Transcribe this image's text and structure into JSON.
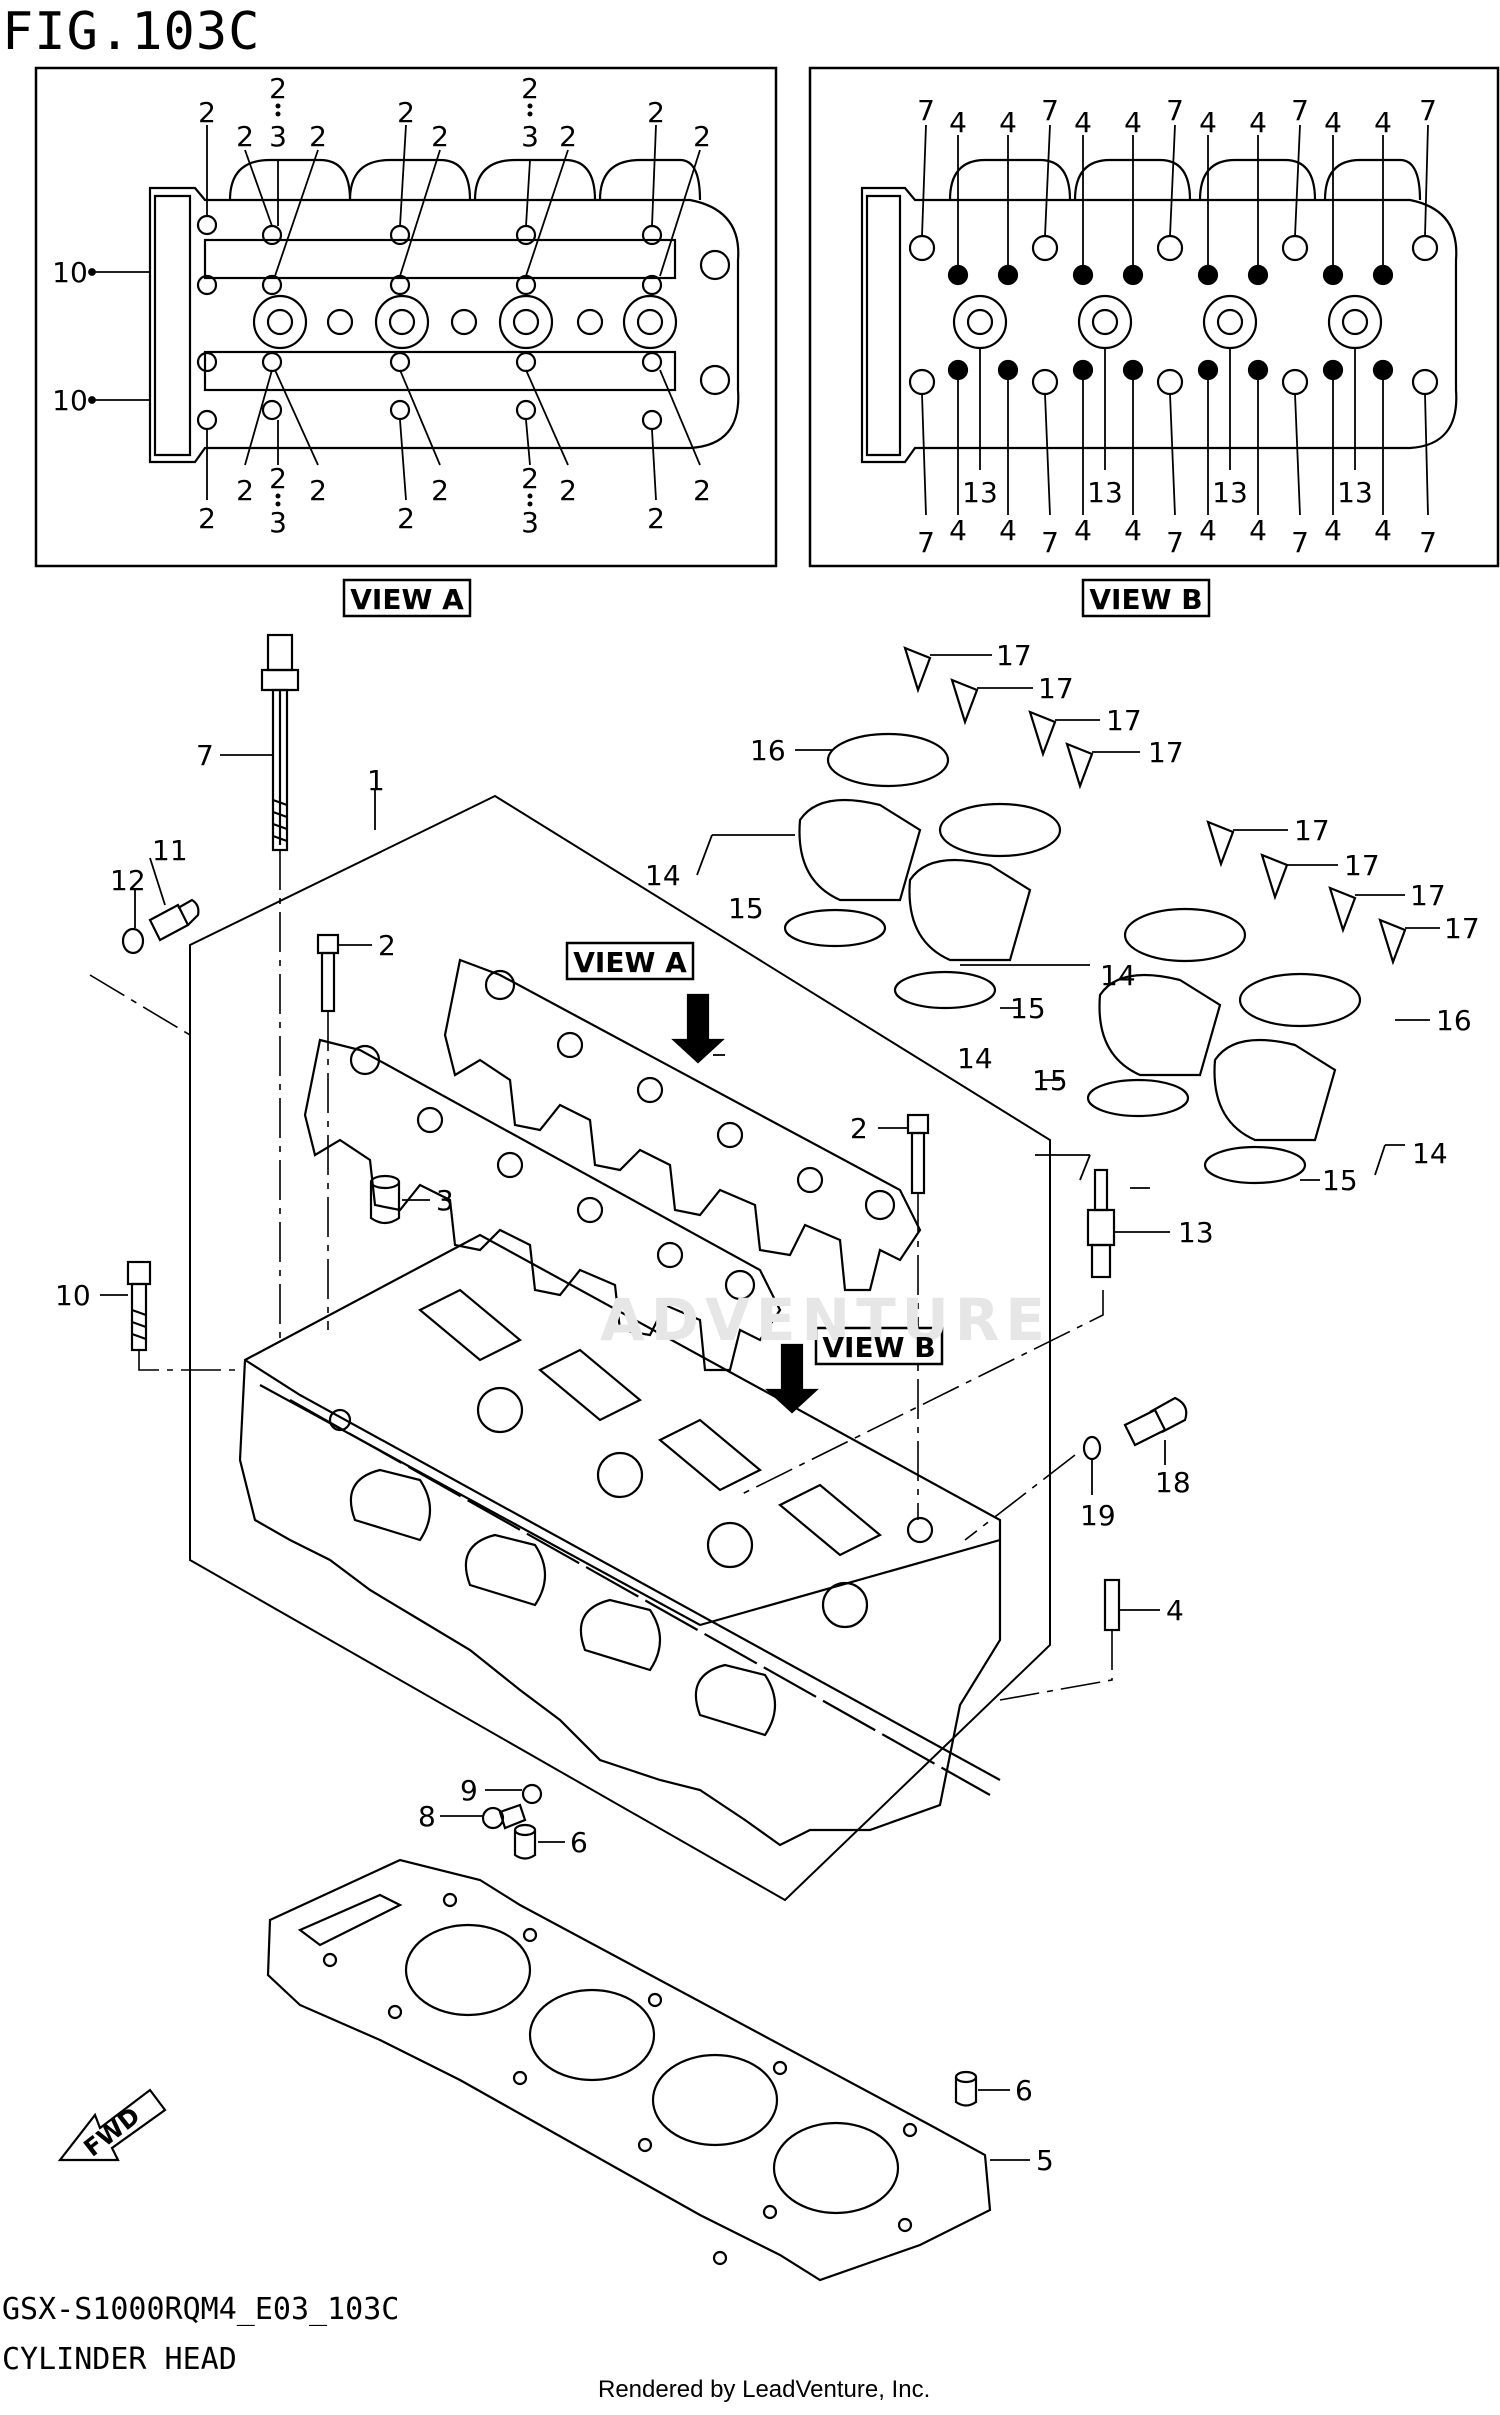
{
  "figure": {
    "title": "FIG.103C",
    "code": "GSX-S1000RQM4_E03_103C",
    "name": "CYLINDER HEAD",
    "credit": "Rendered by LeadVenture, Inc."
  },
  "views": {
    "view_a_label": "VIEW A",
    "view_b_label": "VIEW B"
  },
  "view_a_callouts": {
    "top": [
      "2",
      "2",
      "2",
      "3",
      "2",
      "2",
      "2",
      "2",
      "3",
      "2",
      "2",
      "2"
    ],
    "bottom": [
      "2",
      "2",
      "2",
      "3",
      "2",
      "2",
      "2",
      "2",
      "3",
      "2",
      "2",
      "2"
    ],
    "side": [
      "10",
      "10"
    ]
  },
  "view_b_callouts": {
    "top": [
      "7",
      "4",
      "4",
      "7",
      "4",
      "4",
      "7",
      "4",
      "4",
      "7",
      "4",
      "4",
      "7"
    ],
    "middle": [
      "13",
      "13",
      "13",
      "13"
    ],
    "bottom": [
      "7",
      "4",
      "4",
      "7",
      "4",
      "4",
      "7",
      "4",
      "4",
      "7",
      "4",
      "4",
      "7"
    ]
  },
  "parts": [
    {
      "ref": "1"
    },
    {
      "ref": "2"
    },
    {
      "ref": "3"
    },
    {
      "ref": "4"
    },
    {
      "ref": "5"
    },
    {
      "ref": "6"
    },
    {
      "ref": "7"
    },
    {
      "ref": "8"
    },
    {
      "ref": "9"
    },
    {
      "ref": "10"
    },
    {
      "ref": "11"
    },
    {
      "ref": "12"
    },
    {
      "ref": "13"
    },
    {
      "ref": "14"
    },
    {
      "ref": "15"
    },
    {
      "ref": "16"
    },
    {
      "ref": "17"
    },
    {
      "ref": "18"
    },
    {
      "ref": "19"
    }
  ],
  "main_callouts": {
    "part_1": "1",
    "part_2_upper": "2",
    "part_2_right": "2",
    "part_3": "3",
    "part_4": "4",
    "part_5": "5",
    "part_6_upper": "6",
    "part_6_lower": "6",
    "part_7": "7",
    "part_8": "8",
    "part_9": "9",
    "part_10": "10",
    "part_11": "11",
    "part_12": "12",
    "part_13": "13",
    "part_14": [
      "14",
      "14",
      "14",
      "14"
    ],
    "part_15": [
      "15",
      "15",
      "15",
      "15"
    ],
    "part_16": [
      "16",
      "16"
    ],
    "part_17": [
      "17",
      "17",
      "17",
      "17",
      "17",
      "17",
      "17",
      "17"
    ],
    "part_18": "18",
    "part_19": "19"
  },
  "fwd_label": "FWD",
  "watermark": "ADVENTURE"
}
